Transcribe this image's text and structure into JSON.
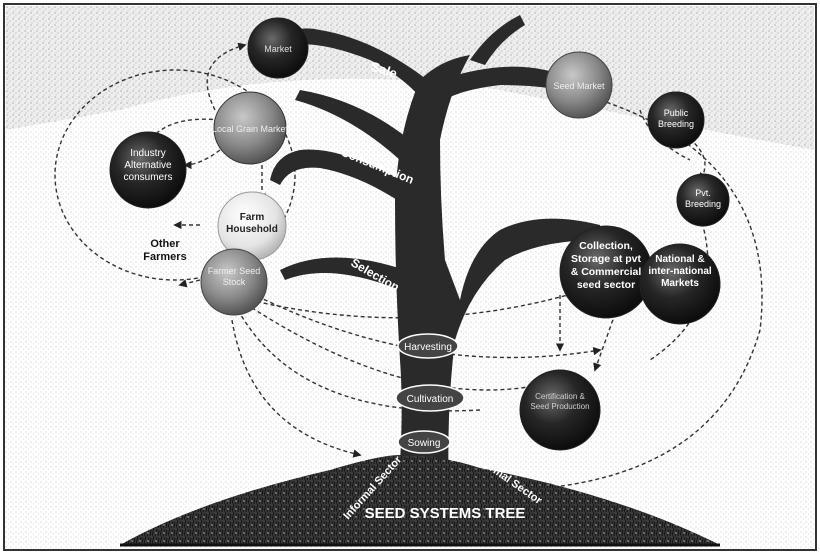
{
  "diagram": {
    "title": "SEED SYSTEMS TREE",
    "branch_labels": {
      "sale": "Sale",
      "consumption": "Consumption",
      "selection": "Selection"
    },
    "trunk_stages": {
      "harvesting": "Harvesting",
      "cultivation": "Cultivation",
      "sowing": "Sowing"
    },
    "root_labels": {
      "informal": "Informal Sector",
      "formal": "Formal Sector"
    },
    "nodes": {
      "market": "Market",
      "local_grain_market": "Local Grain Market",
      "industry": "Industry Alternative consumers",
      "farm_household": "Farm Household",
      "seed_stock": "Farmer Seed Stock",
      "other_farmers": "Other Farmers",
      "seed_market": "Seed Market",
      "public_breeding": "Public Breeding",
      "pvt_breeding": "Pvt. Breeding",
      "collection": "Collection, Storage at pvt & Commercial seed sector",
      "national_markets": "National & inter-national Markets",
      "certification": "Certification & Seed Production"
    },
    "colors": {
      "trunk": "#2a2a2a",
      "dark_node": "#1c1c1c",
      "grey_node": "#7a7a7a",
      "light_node": "#e6e6e6",
      "background_texture": "#d8d8d8"
    }
  }
}
